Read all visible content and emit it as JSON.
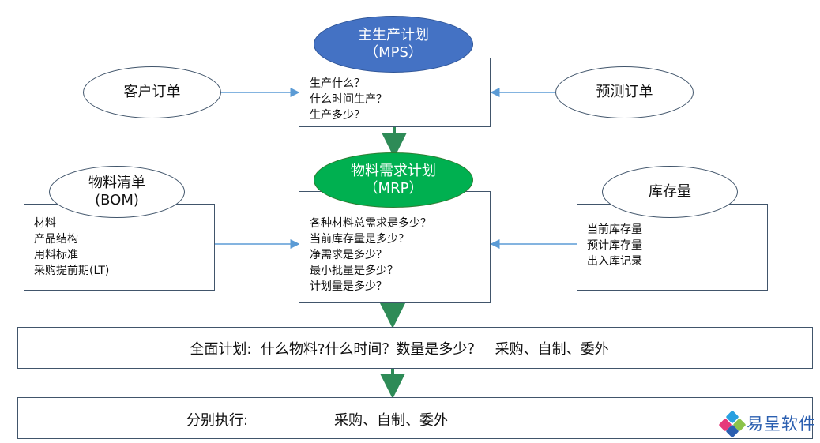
{
  "mps": {
    "title": "主生产计划",
    "abbr": "（MPS）",
    "questions": [
      "生产什么？",
      "什么时间生产？",
      "生产多少？"
    ]
  },
  "customer_order": {
    "label": "客户订单"
  },
  "forecast_order": {
    "label": "预测订单"
  },
  "mrp": {
    "title": "物料需求计划",
    "abbr": "（MRP）",
    "questions": [
      "各种材料总需求是多少？",
      "当前库存量是多少？",
      "净需求是多少？",
      "最小批量是多少？",
      "计划量是多少？"
    ]
  },
  "bom": {
    "title": "物料清单",
    "abbr": "(BOM)",
    "items": [
      "材料",
      "产品结构",
      "用料标准",
      "采购提前期(LT)"
    ]
  },
  "inventory": {
    "title": "库存量",
    "items": [
      "当前库存量",
      "预计库存量",
      "出入库记录"
    ]
  },
  "overall_plan": {
    "text": "全面计划:  什么物料?什么时间？数量是多少？   采购、自制、委外"
  },
  "execution": {
    "label": "分别执行:",
    "methods": "采购、自制、委外"
  },
  "logo": {
    "text": "易呈软件"
  },
  "colors": {
    "mps_fill": "#4472c4",
    "mrp_fill": "#00b050",
    "border": "#41556b",
    "arrow_blue": "#5b9bd5",
    "arrow_green": "#2e8b57"
  }
}
